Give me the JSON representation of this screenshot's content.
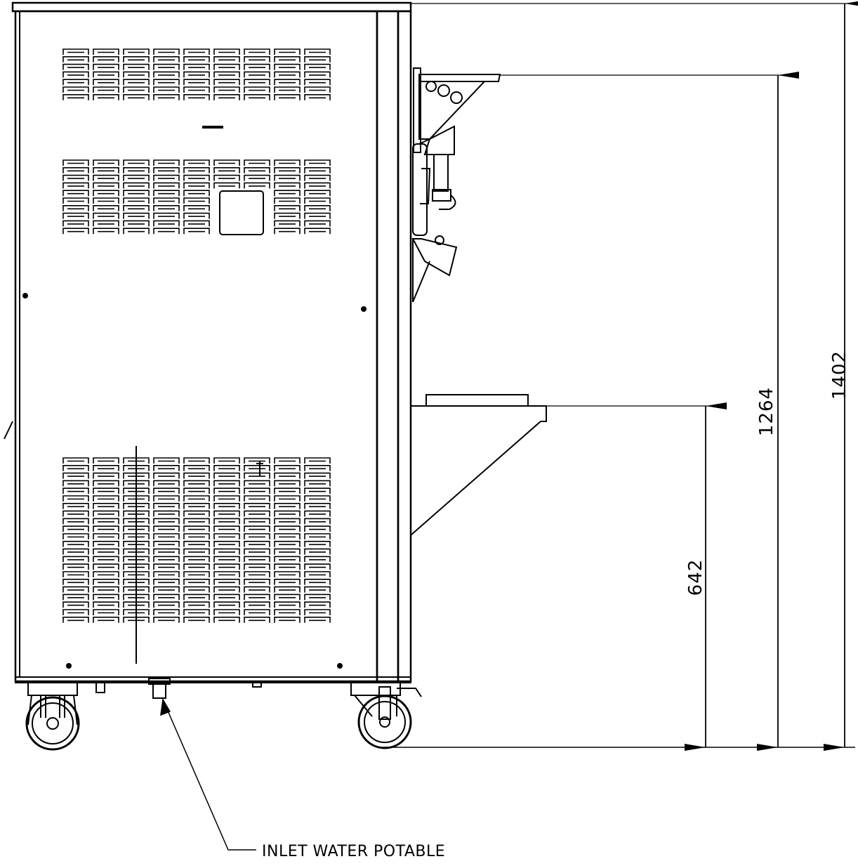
{
  "dimensions": {
    "overall_height": "1402",
    "spout_height": "1264",
    "shelf_height": "642"
  },
  "callouts": {
    "inlet": "INLET WATER POTABLE"
  },
  "colors": {
    "line": "#000000",
    "background": "#ffffff"
  }
}
